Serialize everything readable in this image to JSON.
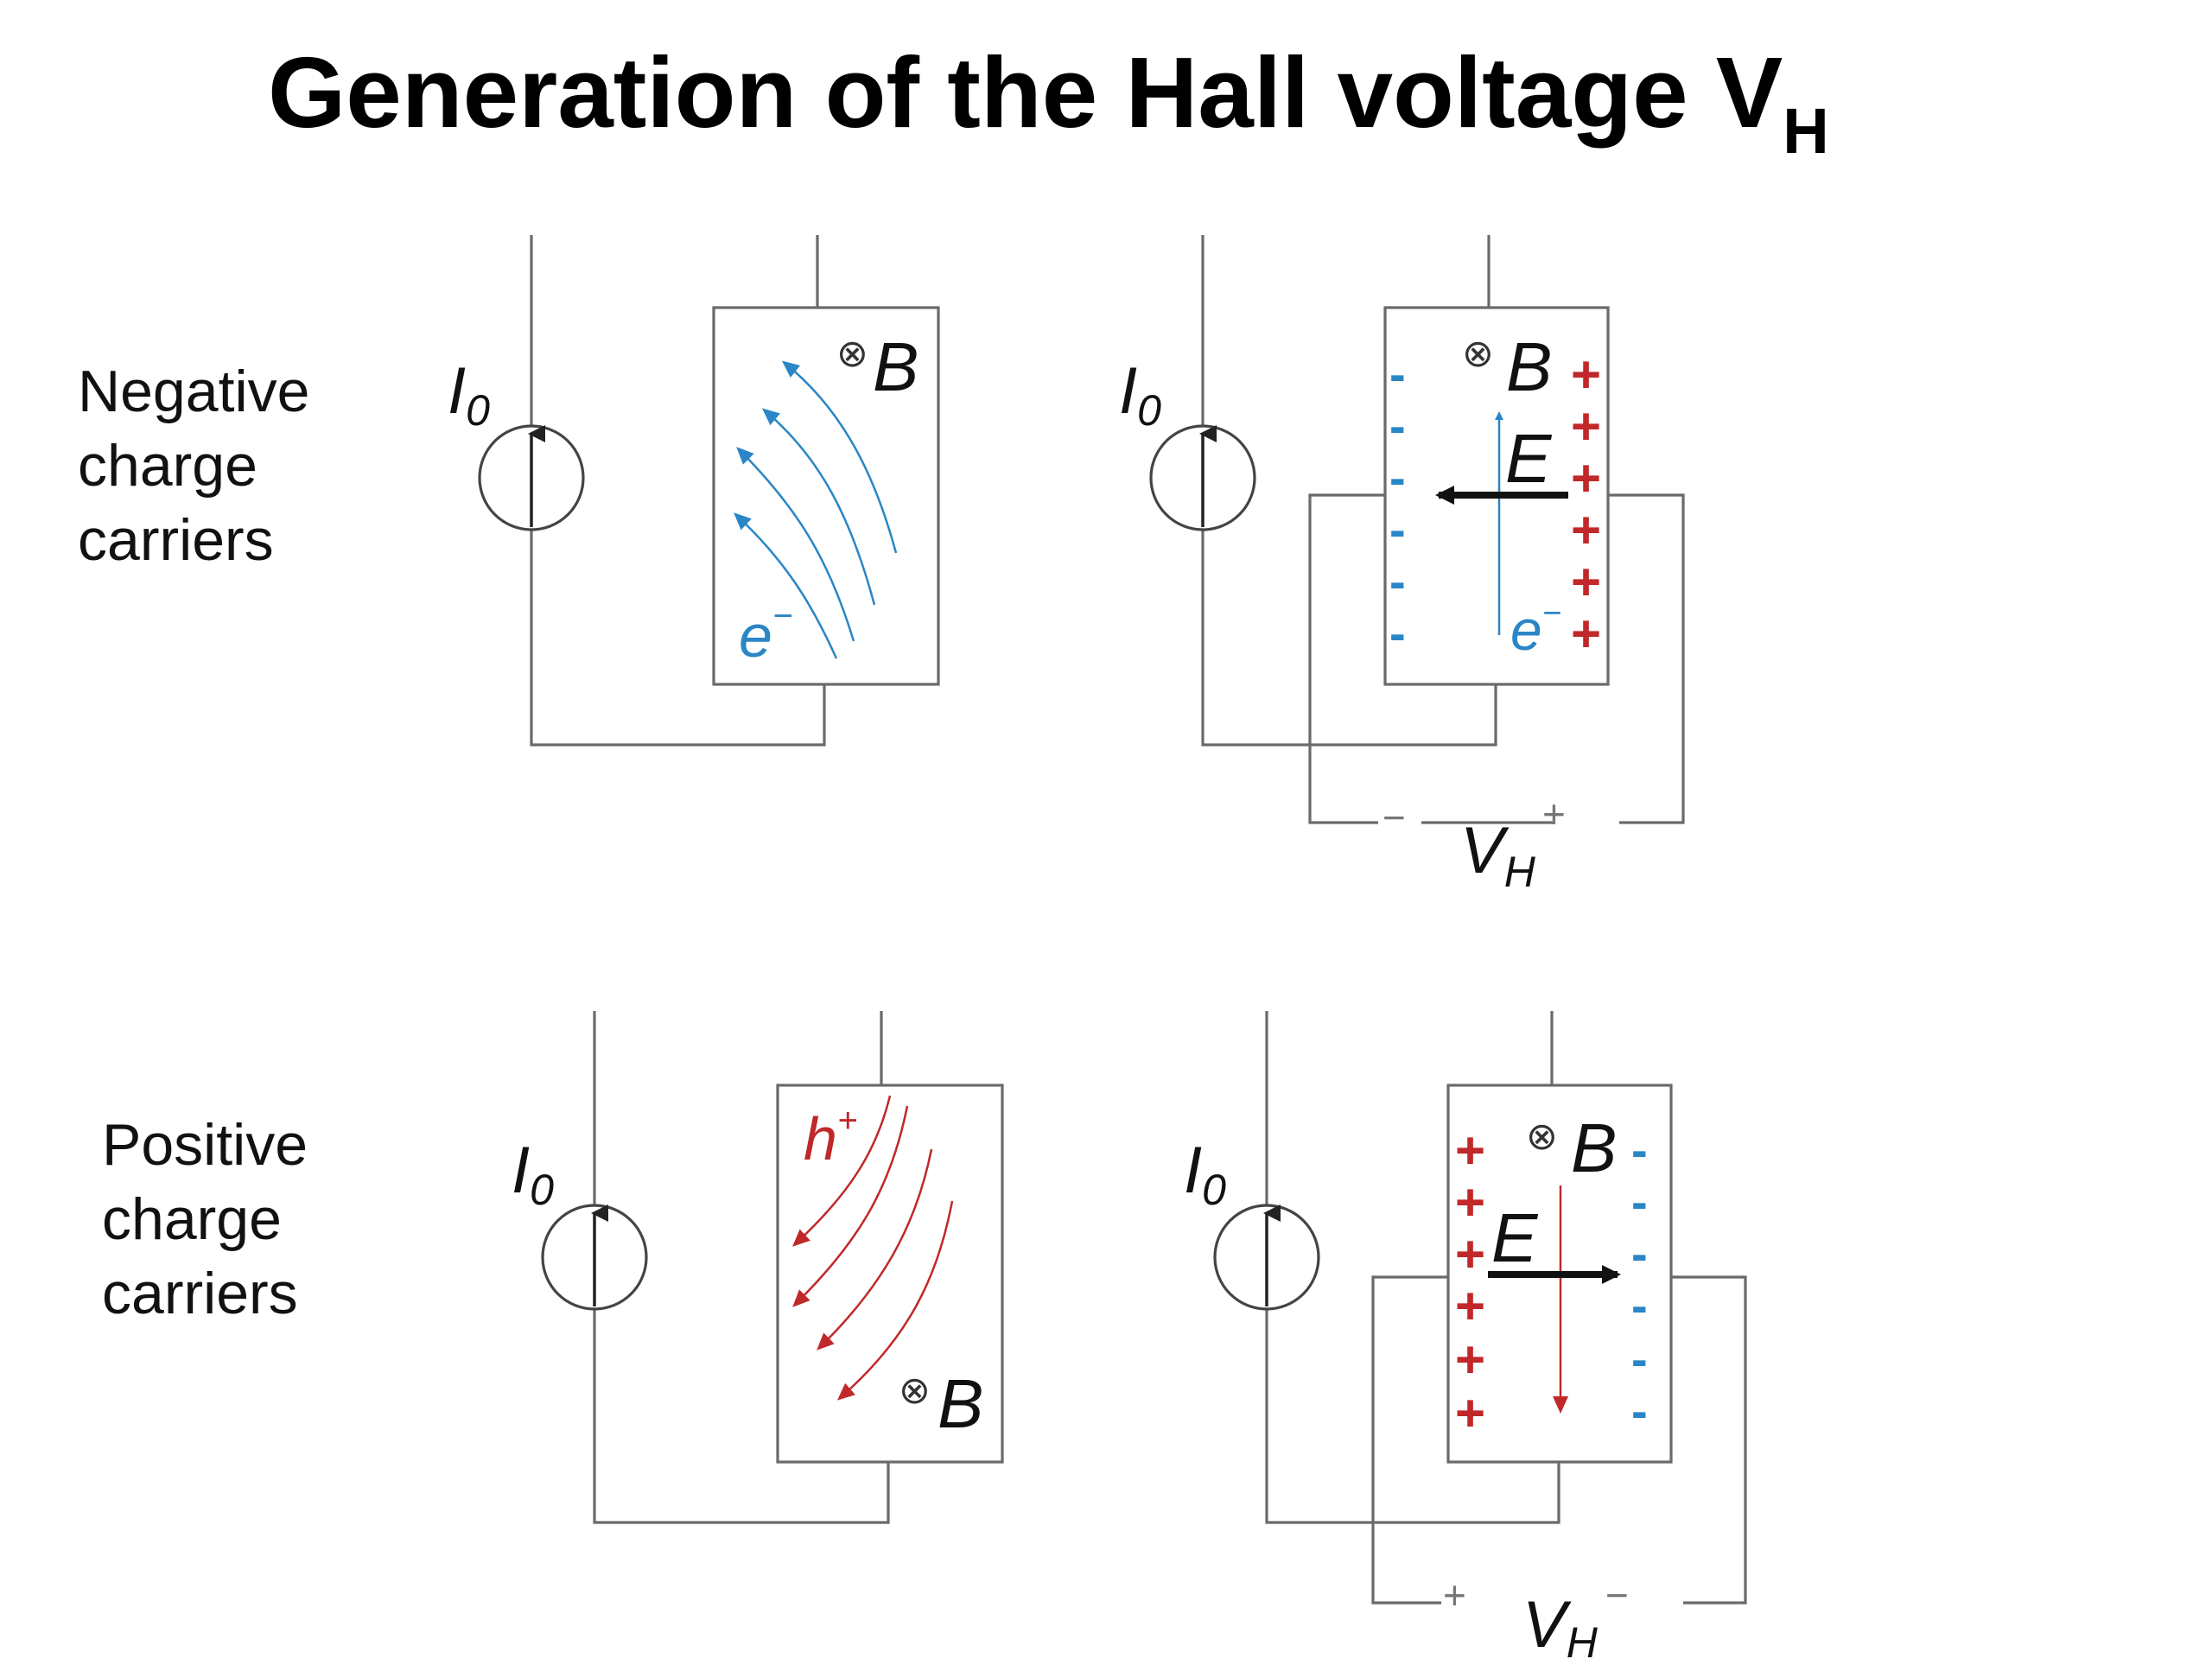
{
  "title": {
    "text": "Generation of the Hall voltage V",
    "subscript": "H"
  },
  "rows": {
    "negative": {
      "label_lines": [
        "Negative",
        "charge",
        "carriers"
      ]
    },
    "positive": {
      "label_lines": [
        "Positive",
        "charge",
        "carriers"
      ]
    }
  },
  "symbols": {
    "current": "I",
    "current_sub": "0",
    "field_b": "B",
    "field_b_prefix": "⊗",
    "field_e": "E",
    "electron": "e",
    "electron_sup": "−",
    "hole": "h",
    "hole_sup": "+",
    "hall_voltage": "V",
    "hall_voltage_sub": "H",
    "plus": "+",
    "minus": "−",
    "slab_plus": "+",
    "slab_minus": "-"
  },
  "colors": {
    "electron": "#2a86c6",
    "hole": "#c0282a",
    "wire": "#6a6a6a",
    "text": "#111111"
  }
}
